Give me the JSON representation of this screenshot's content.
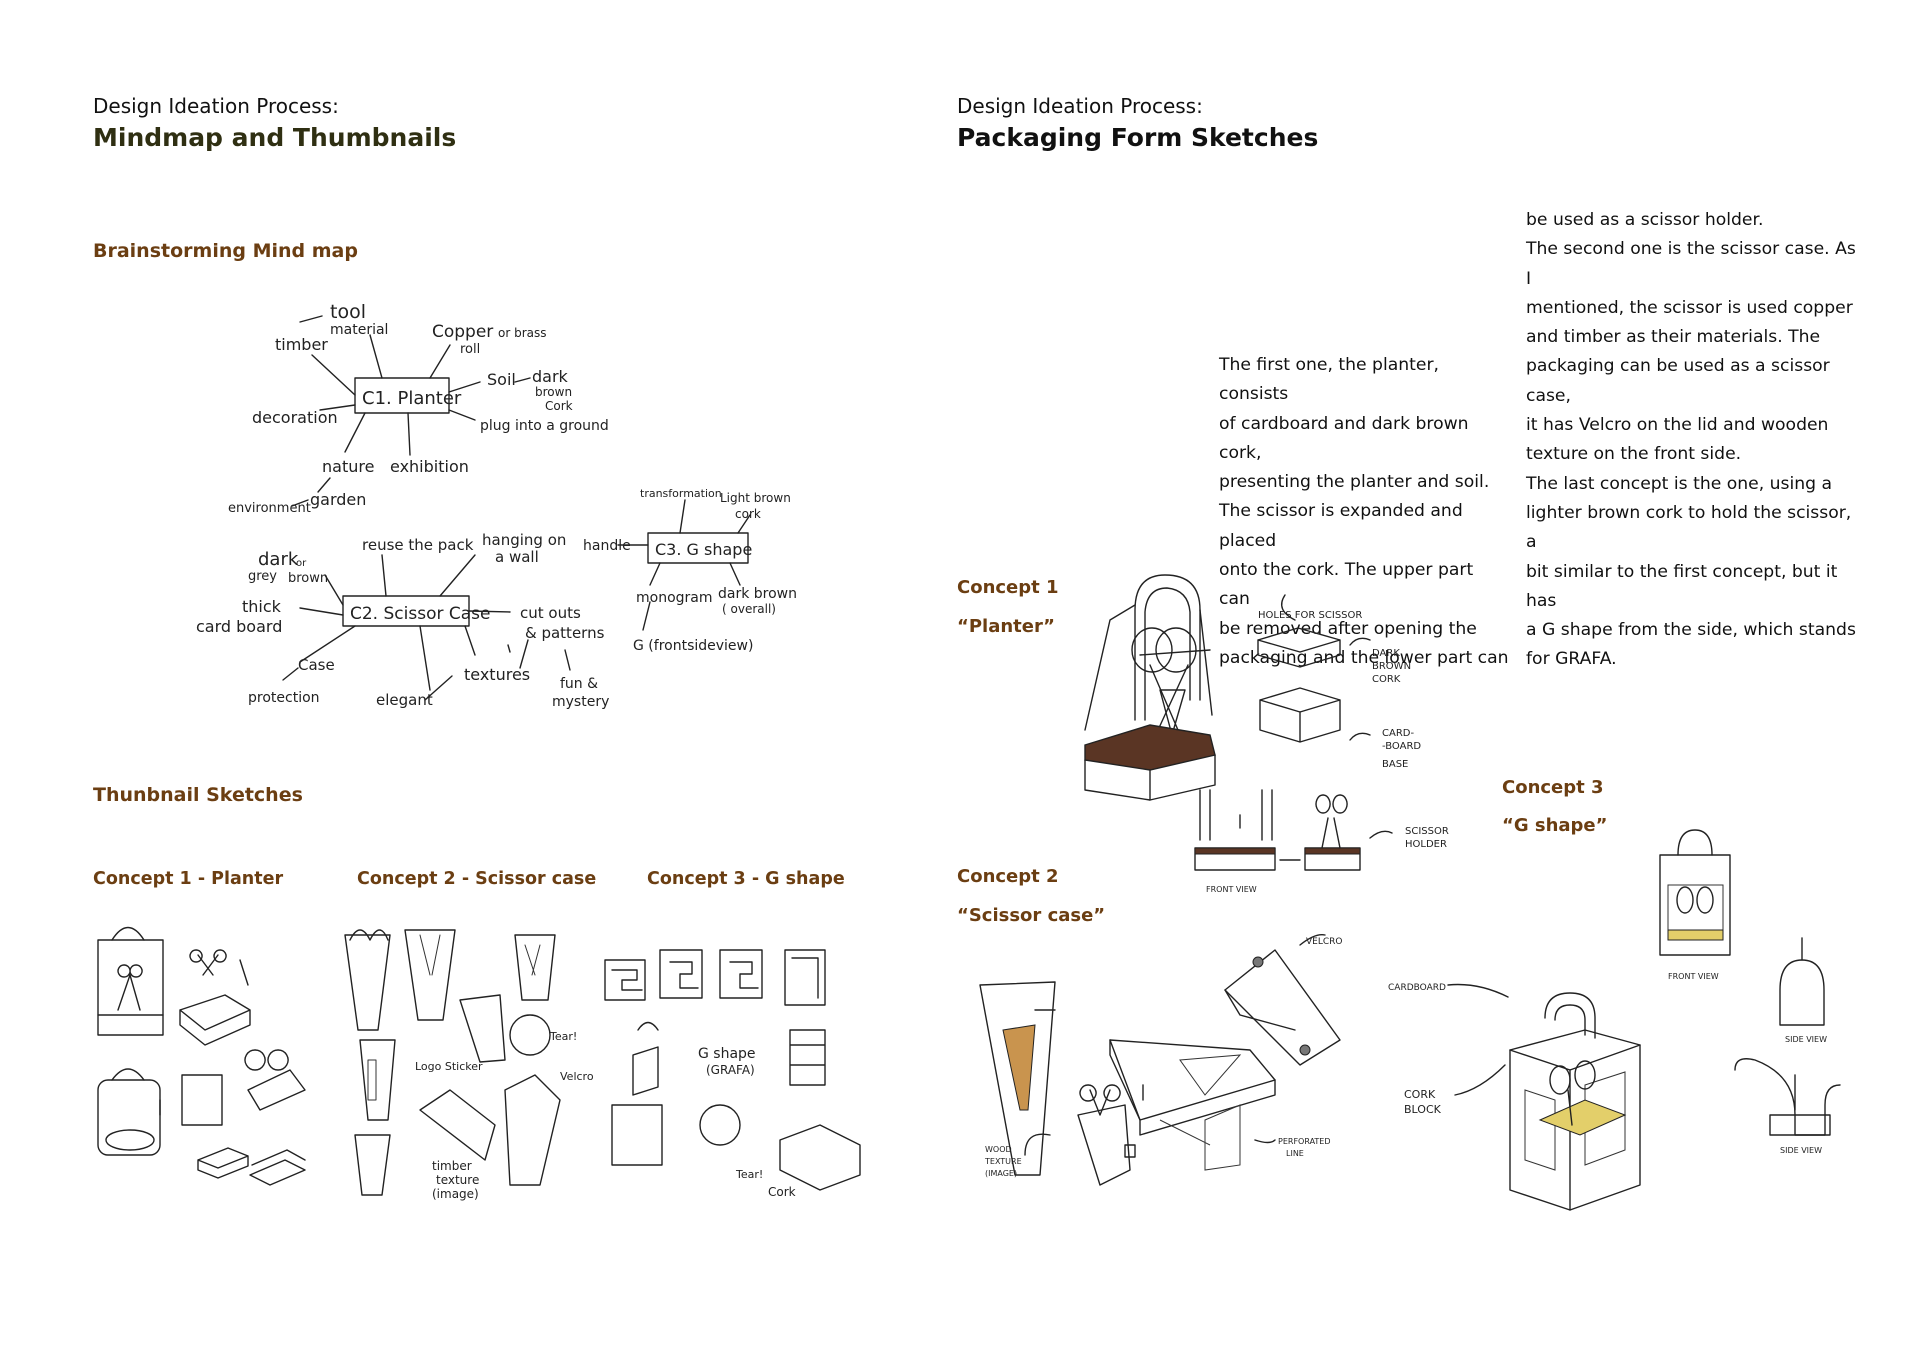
{
  "left": {
    "kicker": "Design Ideation Process:",
    "title": "Mindmap and Thumbnails",
    "section_mindmap": "Brainstorming Mind map",
    "section_thumbs": "Thunbnail Sketches",
    "concept_labels": [
      "Concept 1 - Planter",
      "Concept 2 - Scissor case",
      "Concept 3 - G shape"
    ]
  },
  "mindmap": {
    "c1": "C1. Planter",
    "c2": "C2. Scissor Case",
    "c3": "C3. G shape",
    "words": {
      "tool": "tool",
      "material": "material",
      "copper": "Copper",
      "or_brass": "or brass",
      "roll": "roll",
      "timber": "timber",
      "soil": "Soil",
      "dark": "dark",
      "brown": "brown",
      "cork": "Cork",
      "decoration": "decoration",
      "plug": "plug into a ground",
      "nature": "nature",
      "exhibition": "exhibition",
      "environment": "environment",
      "garden": "garden",
      "transformation": "transformation",
      "light_brown": "Light brown",
      "cork2": "cork",
      "reuse": "reuse the pack",
      "hanging": "hanging on",
      "a_wall": "a wall",
      "handle": "handle",
      "dark2": "dark",
      "or": "or",
      "grey": "grey",
      "brown2": "brown",
      "monogram": "monogram",
      "dark_brown": "dark brown",
      "overall": "( overall)",
      "thick": "thick",
      "card_board": "card board",
      "cut_outs": "cut outs",
      "patterns": "& patterns",
      "g_front": "G (frontsideview)",
      "case": "Case",
      "textures": "textures",
      "fun": "fun &",
      "mystery": "mystery",
      "protection": "protection",
      "elegant": "elegant"
    }
  },
  "thumbs": {
    "tear": "Tear!",
    "logo_sticker": "Logo Sticker",
    "velcro": "Velcro",
    "timber": "timber",
    "texture": "texture",
    "image": "(image)",
    "g_shape": "G shape",
    "grafa": "(GRAFA)",
    "tear2": "Tear!",
    "cork": "Cork"
  },
  "right": {
    "kicker": "Design Ideation Process:",
    "title": "Packaging Form Sketches",
    "para1": [
      "The first one, the planter, consists",
      "of cardboard and dark brown cork,",
      "presenting the planter and soil.",
      "The scissor is expanded and placed",
      "onto the cork. The upper part can",
      "be removed after opening the",
      "packaging and the lower part can"
    ],
    "para2": [
      "be used as a scissor holder.",
      "The second one is the scissor case. As I",
      "mentioned, the scissor is used copper",
      "and timber as their materials. The",
      "packaging can be used as a scissor case,",
      "it has Velcro on the lid and wooden",
      "texture on the front side.",
      "The last concept is the one, using a",
      "lighter brown cork to hold the scissor, a",
      "bit similar to the first concept, but it has",
      "a G shape from the side, which stands",
      "for GRAFA."
    ],
    "concept1": {
      "label": "Concept 1",
      "name": "“Planter”"
    },
    "concept2": {
      "label": "Concept 2",
      "name": "“Scissor case”"
    },
    "concept3": {
      "label": "Concept 3",
      "name": "“G shape”"
    }
  },
  "sketch_notes": {
    "holes": "HOLES FOR SCISSOR",
    "dark": "DARK",
    "brown": "BROWN",
    "cork": "CORK",
    "card": "CARD-",
    "board": "-BOARD",
    "base": "BASE",
    "scissor": "SCISSOR",
    "holder": "HOLDER",
    "front_view": "FRONT VIEW",
    "velcro": "VELCRO",
    "wood": "WOOD",
    "texture": "TEXTURE",
    "image": "(IMAGE)",
    "perforated": "PERFORATED",
    "line": "LINE",
    "cardboard": "CARDBOARD",
    "cork_cap": "CORK",
    "block": "BLOCK",
    "front_view2": "FRONT VIEW",
    "side_view": "SIDE VIEW",
    "side_view2": "SIDE VIEW"
  },
  "colors": {
    "heading_brown": "#6b3e12",
    "title_olive": "#2f2f12",
    "dark_cork": "#5a3524",
    "light_cork": "#e3cf6a",
    "wood": "#c9944e"
  }
}
